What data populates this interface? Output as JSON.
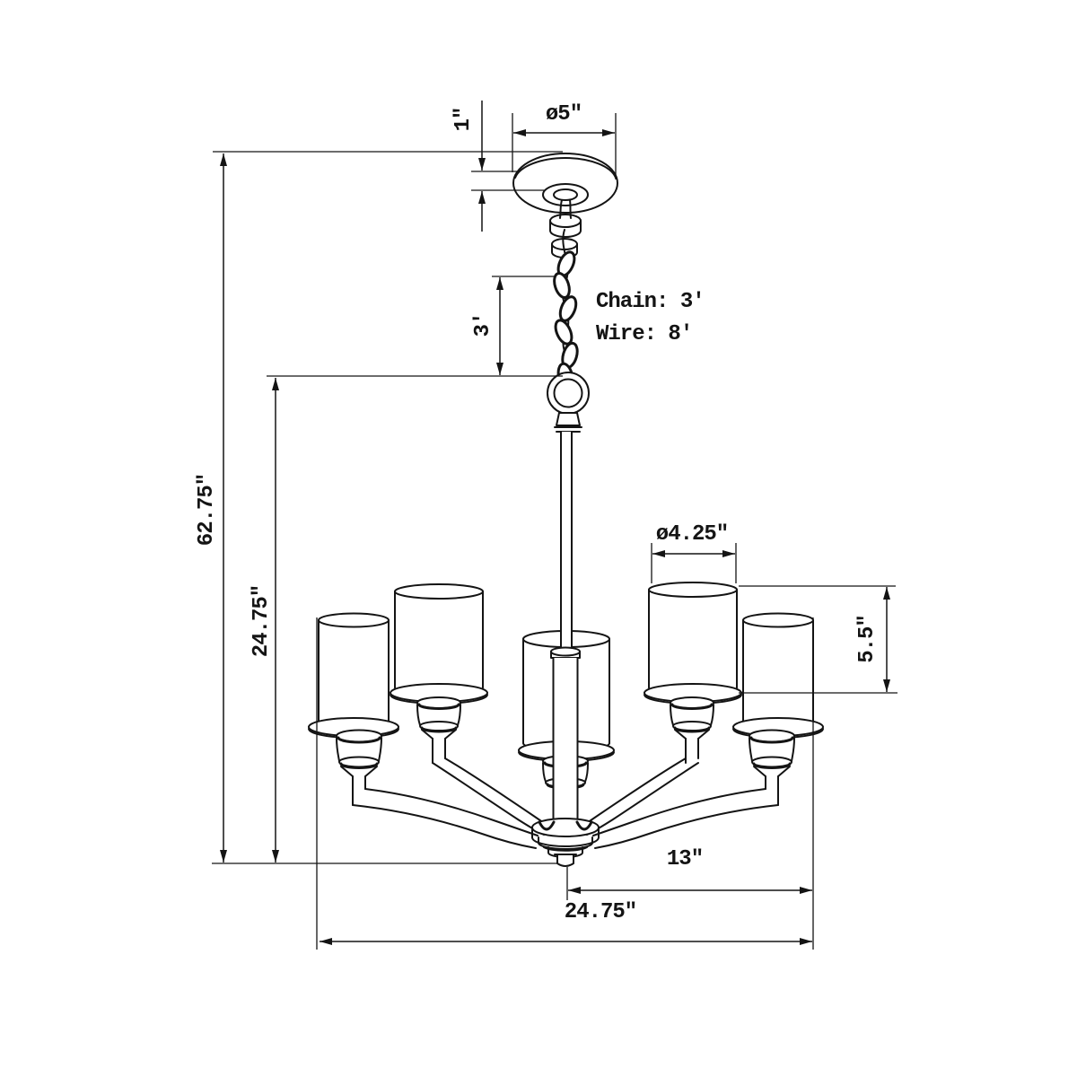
{
  "diagram": {
    "type": "chandelier-dimension-line-drawing",
    "background": "#ffffff",
    "line_color": "#141414",
    "labels": {
      "canopy_height": "1″",
      "canopy_diameter": "ø5″",
      "chain_note": "Chain: 3′",
      "wire_note": "Wire: 8′",
      "chain_length": "3′",
      "overall_height": "62.75″",
      "body_height": "24.75″",
      "shade_diameter": "ø4.25″",
      "shade_height": "5.5″",
      "center_offset": "13″",
      "overall_width": "24.75″"
    }
  }
}
